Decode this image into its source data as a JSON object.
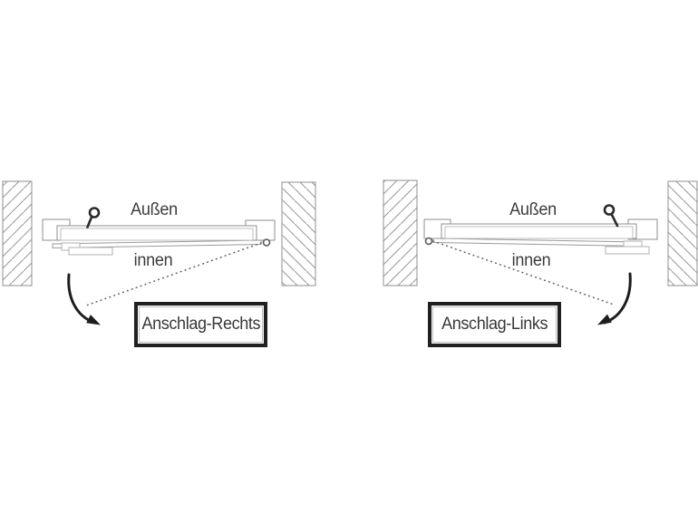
{
  "diagrams": [
    {
      "caption": "Anschlag-Rechts",
      "outside_label": "Außen",
      "inside_label": "innen"
    },
    {
      "caption": "Anschlag-Links",
      "outside_label": "Außen",
      "inside_label": "innen"
    }
  ],
  "colors": {
    "background": "#ffffff",
    "line_gray": "#8f8f8f",
    "light_gray": "#b5b5b5",
    "dark": "#1f1f1f",
    "text": "#3c3c3c"
  }
}
